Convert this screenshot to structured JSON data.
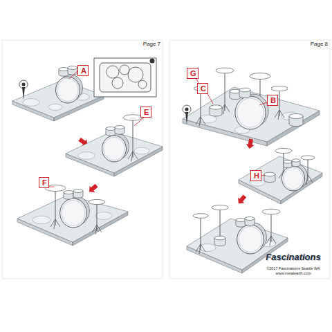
{
  "diagram": {
    "nodes": [
      {
        "text": [
          "A"
        ]
      },
      {
        "text": [
          "E"
        ]
      },
      {
        "text": [
          "F"
        ]
      },
      {
        "text": [
          "G"
        ]
      },
      {
        "text": [
          "C"
        ]
      },
      {
        "text": [
          "B"
        ]
      },
      {
        "text": [
          "H"
        ]
      }
    ],
    "labels": [
      "Page 7",
      "Page 8",
      "Fascinations",
      "©2017 Fascinations Seattle WA",
      "www.metalearth.com"
    ]
  }
}
